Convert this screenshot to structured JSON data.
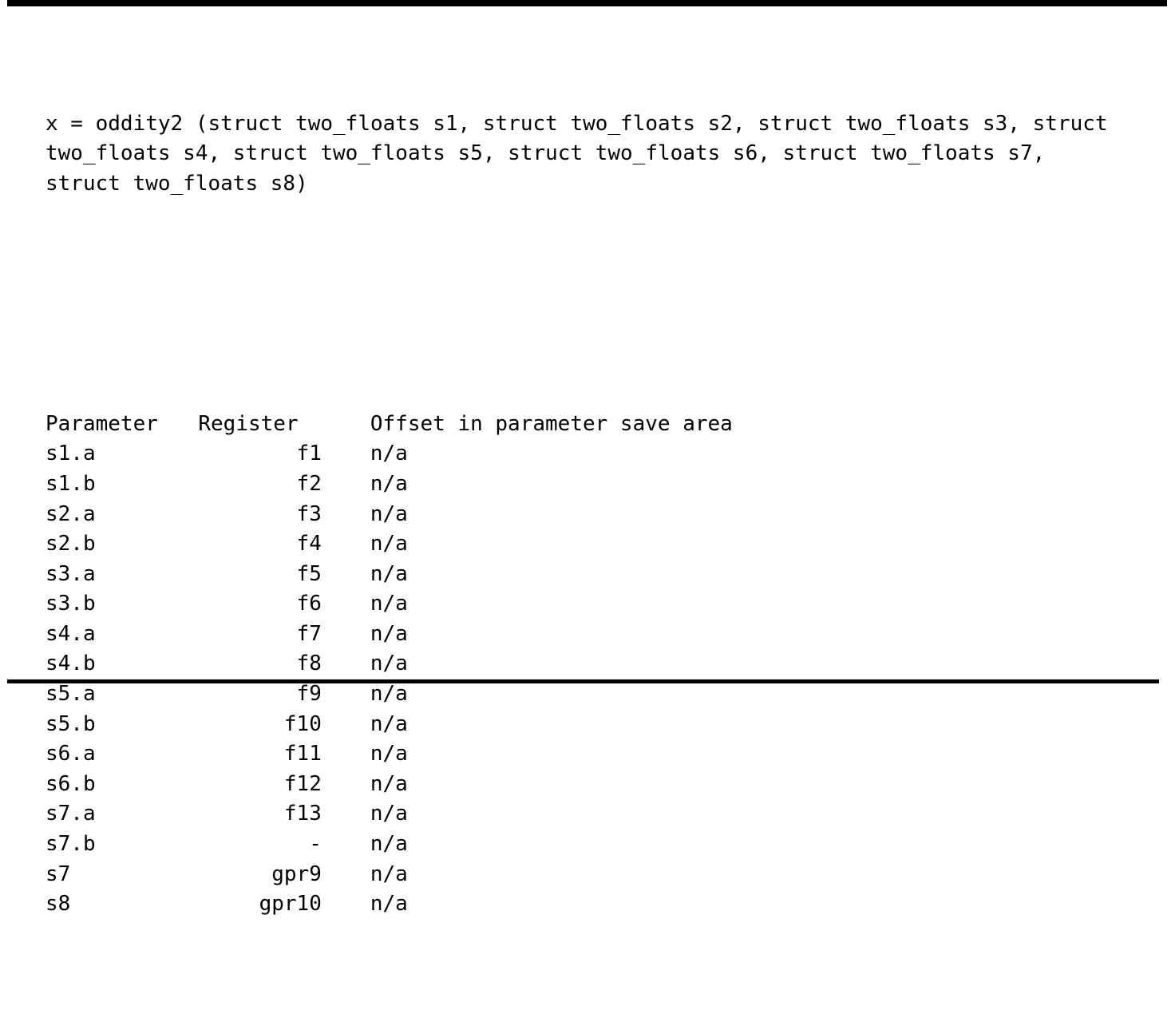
{
  "document": {
    "signature": "x = oddity2 (struct two_floats s1, struct two_floats s2, struct two_floats s3, struct two_floats s4, struct two_floats s5, struct two_floats s6, struct two_floats s7, struct two_floats s8)",
    "rules": {
      "top_color": "#000000",
      "bottom_color": "#000000"
    },
    "text_color": "#000000",
    "background_color": "#ffffff"
  },
  "table": {
    "headers": {
      "parameter": "Parameter",
      "register": "Register",
      "offset": "Offset in parameter save area"
    },
    "rows": [
      {
        "parameter": "s1.a",
        "register": "f1",
        "offset": "n/a"
      },
      {
        "parameter": "s1.b",
        "register": "f2",
        "offset": "n/a"
      },
      {
        "parameter": "s2.a",
        "register": "f3",
        "offset": "n/a"
      },
      {
        "parameter": "s2.b",
        "register": "f4",
        "offset": "n/a"
      },
      {
        "parameter": "s3.a",
        "register": "f5",
        "offset": "n/a"
      },
      {
        "parameter": "s3.b",
        "register": "f6",
        "offset": "n/a"
      },
      {
        "parameter": "s4.a",
        "register": "f7",
        "offset": "n/a"
      },
      {
        "parameter": "s4.b",
        "register": "f8",
        "offset": "n/a"
      },
      {
        "parameter": "s5.a",
        "register": "f9",
        "offset": "n/a"
      },
      {
        "parameter": "s5.b",
        "register": "f10",
        "offset": "n/a"
      },
      {
        "parameter": "s6.a",
        "register": "f11",
        "offset": "n/a"
      },
      {
        "parameter": "s6.b",
        "register": "f12",
        "offset": "n/a"
      },
      {
        "parameter": "s7.a",
        "register": "f13",
        "offset": "n/a"
      },
      {
        "parameter": "s7.b",
        "register": "-",
        "offset": "n/a"
      },
      {
        "parameter": "s7",
        "register": "gpr9",
        "offset": "n/a"
      },
      {
        "parameter": "s8",
        "register": "gpr10",
        "offset": "n/a"
      }
    ]
  }
}
